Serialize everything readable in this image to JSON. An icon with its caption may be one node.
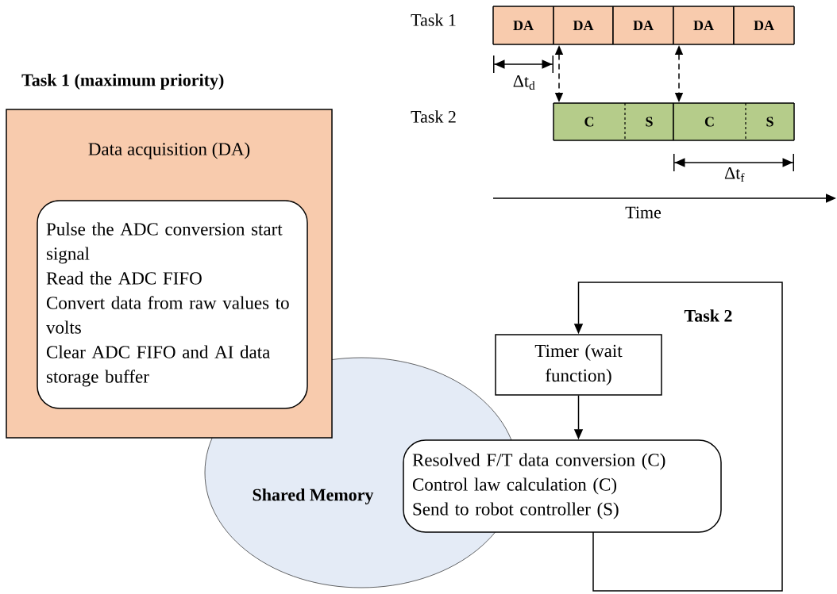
{
  "diagram": {
    "nodes": [
      {
        "text": [
          "Task 1 (maximum priority)",
          "Data acquisition (DA)"
        ]
      },
      {
        "text": [
          "Pulse the ADC conversion start signal",
          "Read the ADC FIFO",
          "Convert data from raw values to volts",
          "Clear ADC FIFO and AI data storage buffer"
        ],
        "in": 0
      },
      {
        "text": [
          "Shared Memory"
        ]
      },
      {
        "text": [
          "Timer (wait function)"
        ]
      },
      {
        "text": [
          "Resolved F/T data conversion (C)",
          "Control law calculation (C)",
          "Send to robot controller (S)"
        ]
      },
      {
        "text": [
          "DA"
        ]
      },
      {
        "text": [
          "DA"
        ]
      },
      {
        "text": [
          "DA"
        ]
      },
      {
        "text": [
          "DA"
        ]
      },
      {
        "text": [
          "DA"
        ]
      },
      {
        "text": [
          "C"
        ]
      },
      {
        "text": [
          "S"
        ]
      },
      {
        "text": [
          "C"
        ]
      },
      {
        "text": [
          "S"
        ]
      }
    ],
    "edges": [
      {
        "from": 3,
        "to": 4,
        "arrow": "to"
      },
      {
        "from": 4,
        "to": 3,
        "arrow": "to"
      },
      {
        "from": 6,
        "to": 10,
        "arrow": "both",
        "style": "dashed"
      },
      {
        "from": 8,
        "to": 12,
        "arrow": "both",
        "style": "dashed"
      }
    ],
    "labels": [
      "Task 1",
      "Δt$_{d}$",
      "Task 2",
      "Δt$_{f}$",
      "Time",
      "Task 2"
    ]
  }
}
